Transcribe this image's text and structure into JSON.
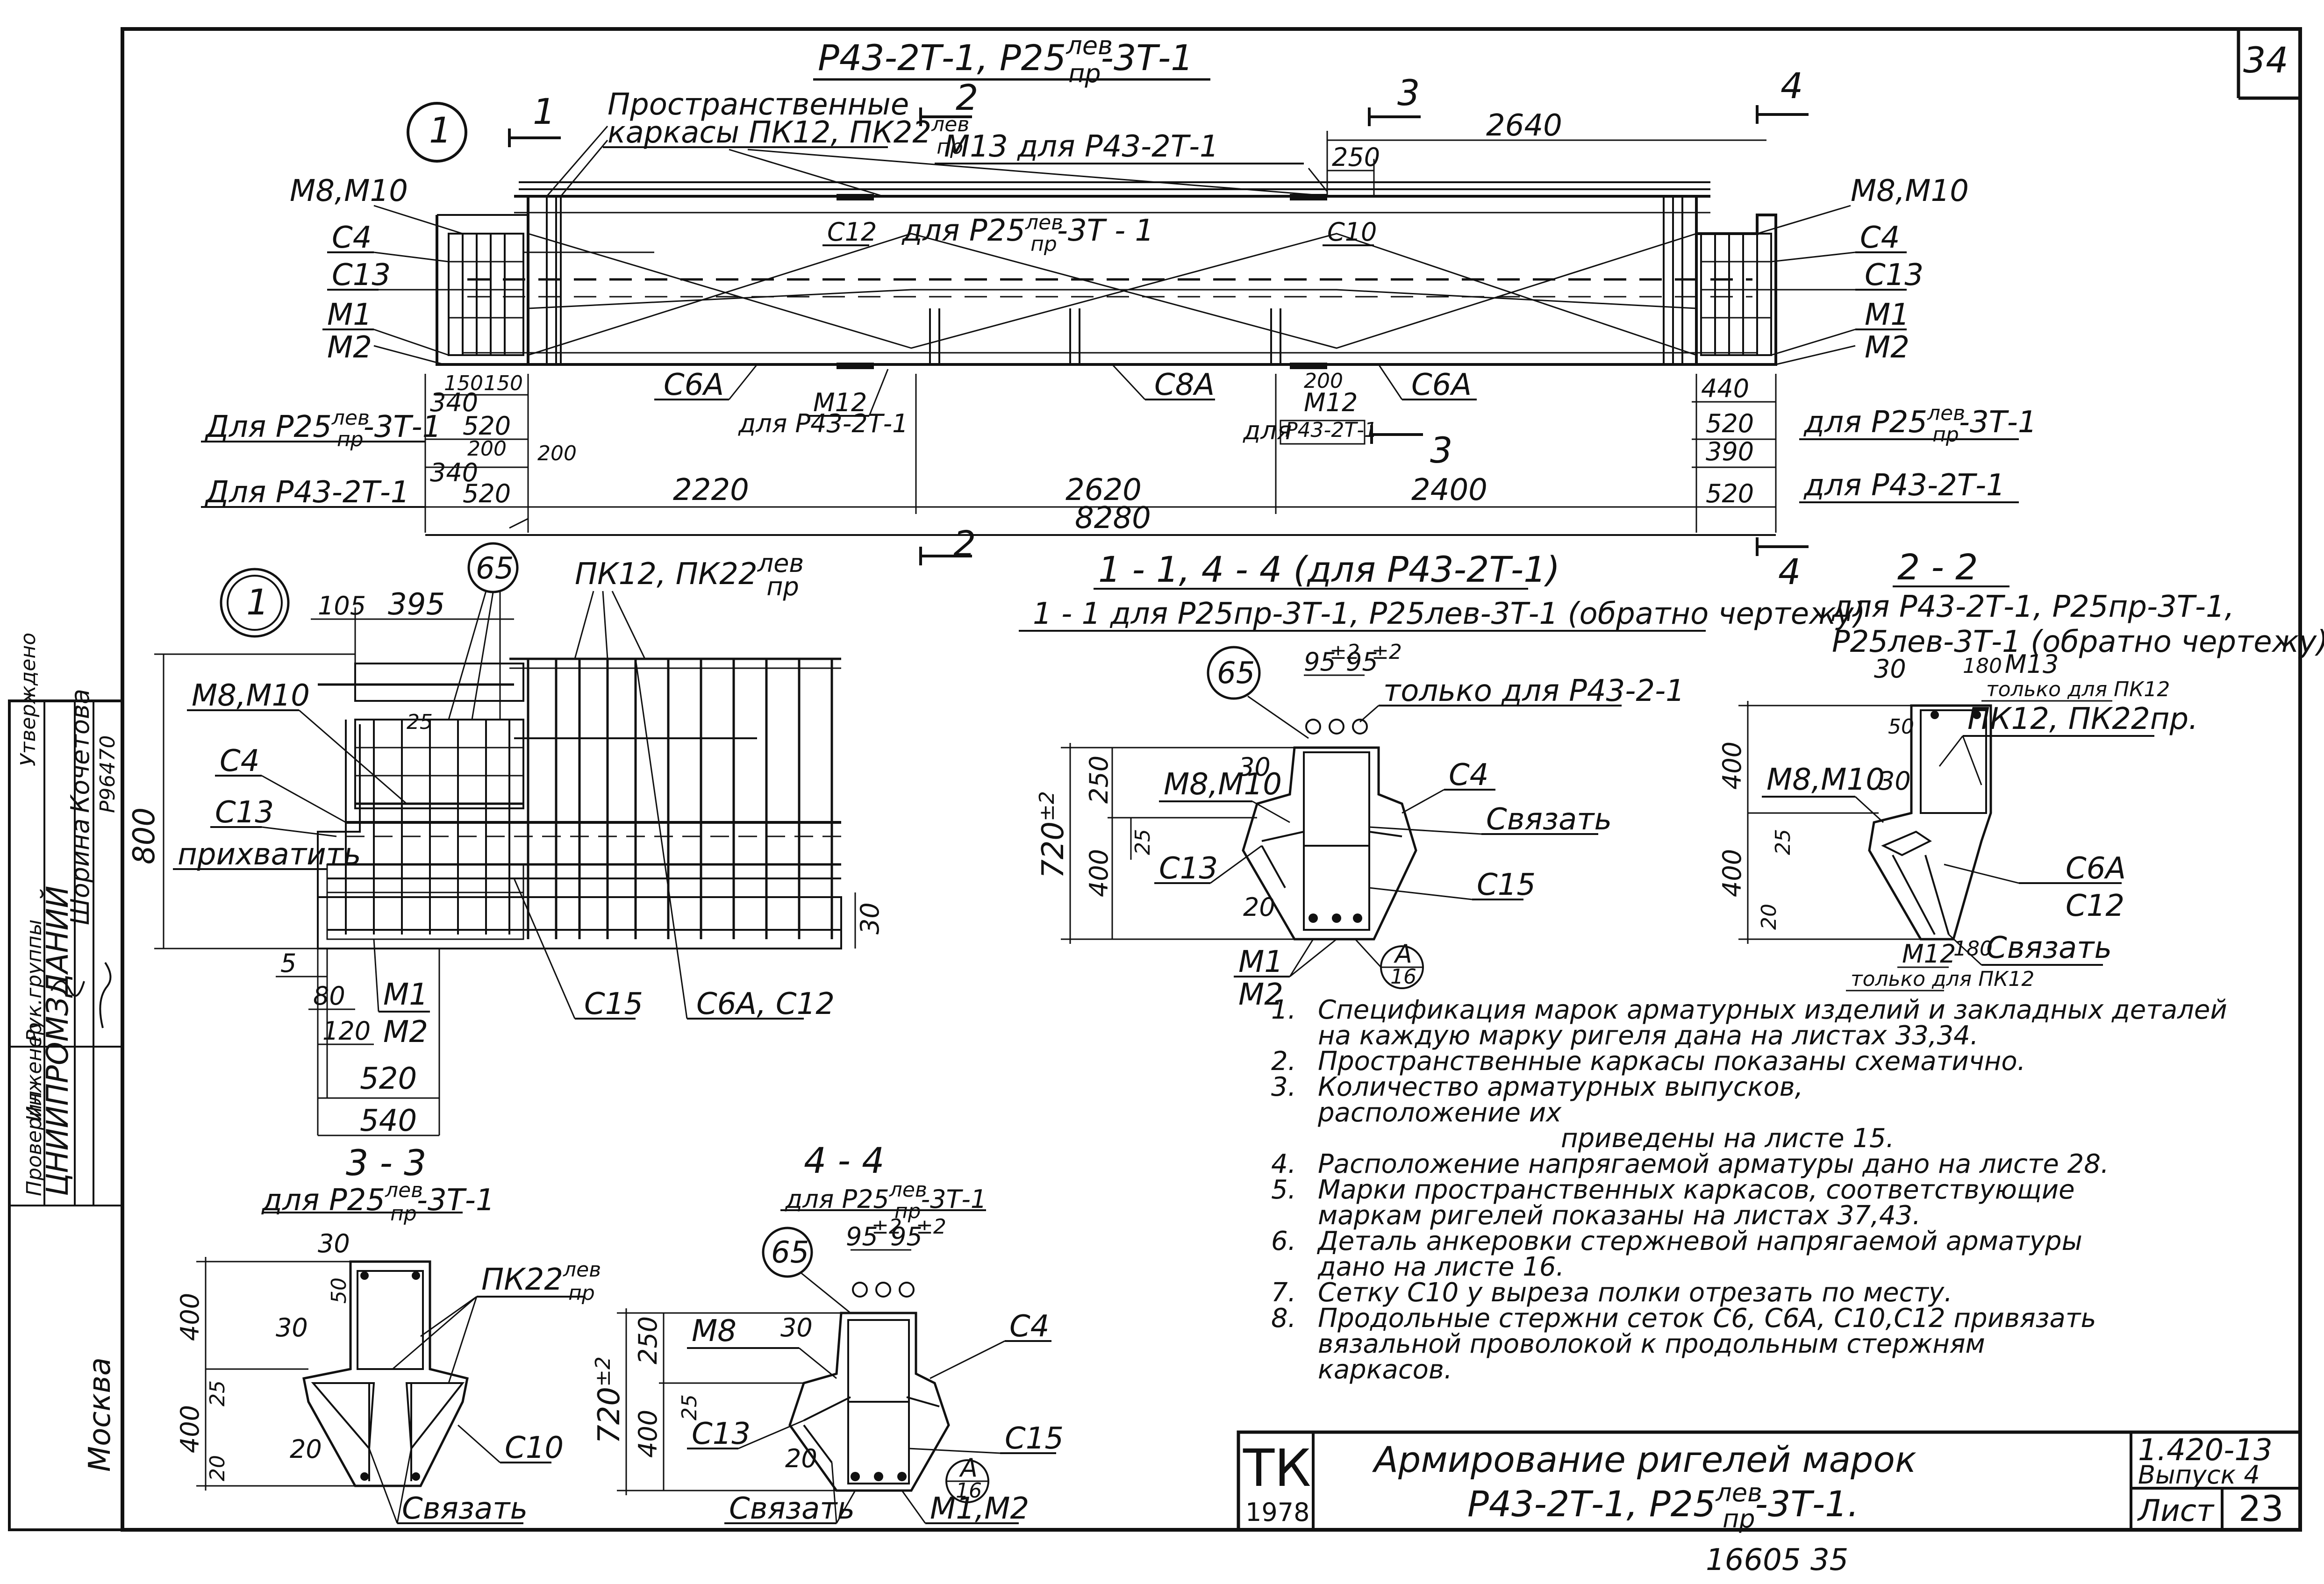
{
  "sheet": {
    "page_corner": "34",
    "footer_numbers": "16605    35"
  },
  "elevation": {
    "title": "Р43-2Т-1, Р25",
    "title_sup": "лев",
    "title_sub": "пр",
    "title_end": "-3Т-1",
    "node_no": "1",
    "cut1": "1",
    "cut2": "2",
    "cut3": "3",
    "cut4": "4",
    "spatial_label_1": "Пространственные",
    "spatial_label_2": "каркасы ПК12, ПК22",
    "spatial_sup": "лев",
    "spatial_sub": "пр",
    "m13_label": "М13  для  Р43-2Т-1",
    "c12_label": "С12",
    "for_p25": "для  Р25",
    "for_p25_end": "-3Т - 1",
    "c10_label": "С10",
    "dim_2640": "2640",
    "dim_250": "250",
    "left_m8": "М8,М10",
    "left_c4": "С4",
    "left_c13": "С13",
    "left_m1": "М1",
    "left_m2": "М2",
    "right_m8": "М8,М10",
    "right_c4": "С4",
    "right_c13": "С13",
    "right_m1": "М1",
    "right_m2": "М2",
    "c6a_left": "С6А",
    "c8a": "С8А",
    "c6a_right": "С6А",
    "m12_left": "М12",
    "m12_left_note": "для  Р43-2Т-1",
    "m12_right_200": "200",
    "m12_right": "М12",
    "m12_right_for": "для",
    "m12_right_note": "Р43-2Т-1",
    "d150a": "150",
    "d150b": "150",
    "d340a": "340",
    "d520a": "520",
    "d200a": "200",
    "d200b": "200",
    "d340b": "340",
    "d520b": "520",
    "d440": "440",
    "d520c": "520",
    "d390": "390",
    "d520d": "520",
    "row1_left": "Для Р25",
    "row1_left_end": "-3Т-1",
    "row2_left": "Для Р43-2Т-1",
    "row1_right": "для Р25",
    "row1_right_end": "-3Т-1",
    "row2_right": "для Р43-2Т-1",
    "d2220": "2220",
    "d2620": "2620",
    "d2400": "2400",
    "d8280": "8280"
  },
  "node1": {
    "number": "1",
    "d105": "105",
    "d395": "395",
    "mark65": "65",
    "pk_label": "ПК12, ПК22",
    "pk_sup": "лев",
    "pk_sub": "пр",
    "m8": "М8,М10",
    "d25": "25",
    "c4": "С4",
    "c13": "С13",
    "tack": "прихватить",
    "d800": "800",
    "d30": "30",
    "d5": "5",
    "d80": "80",
    "d120": "120",
    "m1": "М1",
    "m2": "М2",
    "c15": "С15",
    "c6a": "С6А, С12",
    "d520": "520",
    "d540": "540"
  },
  "sec11": {
    "title": "1 - 1,  4 - 4  (для Р43-2Т-1)",
    "subtitle": "1 - 1  для Р25пр-3Т-1, Р25лев-3Т-1 (обратно чертежу)",
    "mark65": "65",
    "d95a": "95",
    "d95a_tol": "±2",
    "d95b": "95",
    "d95b_tol": "±2",
    "only": "только для Р43-2-1",
    "d720": "720",
    "d720_tol": "±2",
    "d250": "250",
    "d400": "400",
    "d25": "25",
    "d20": "20",
    "d30": "30",
    "m8": "М8,М10",
    "c4": "С4",
    "tie": "Связать",
    "c13": "С13",
    "c15": "С15",
    "m1": "М1",
    "m2": "М2",
    "ref_a": "А",
    "ref_16": "16"
  },
  "sec22": {
    "title": "2 - 2",
    "for1": "для  Р43-2Т-1, Р25пр-3Т-1,",
    "for2": "Р25лев-3Т-1 (обратно чертежу)",
    "d30": "30",
    "d180a": "180",
    "m13": "М13",
    "only_pk": "только для ПК12",
    "d50": "50",
    "pk": "ПК12, ПК22пр.",
    "d400a": "400",
    "m8": "М8,М10",
    "d30b": "30",
    "d25": "25",
    "d400b": "400",
    "d20": "20",
    "c6a": "С6А",
    "c12": "С12",
    "m12": "М12",
    "d180b": "180",
    "tie": "Связать",
    "only_pk2": "только для ПК12"
  },
  "sec33": {
    "title": "3 - 3",
    "for": "для Р25",
    "for_sup": "лев",
    "for_sub": "пр",
    "for_end": "-3Т-1",
    "d30a": "30",
    "d50": "50",
    "pk": "ПК22",
    "pk_sup": "лев",
    "pk_sub": "пр",
    "d400a": "400",
    "d30b": "30",
    "d25": "25",
    "d400b": "400",
    "d20a": "20",
    "d20b": "20",
    "c10": "С10",
    "tie": "Связать"
  },
  "sec44": {
    "title": "4 - 4",
    "for": "для Р25",
    "for_sup": "лев",
    "for_sub": "пр",
    "for_end": "-3Т-1",
    "mark65": "65",
    "d95a": "95",
    "d95a_tol": "±2",
    "d95b": "95",
    "d95b_tol": "±2",
    "d250": "250",
    "m8": "М8",
    "d30": "30",
    "c4": "С4",
    "d720": "720",
    "d720_tol": "±2",
    "d25": "25",
    "c13": "С13",
    "d400": "400",
    "d20": "20",
    "c15": "С15",
    "ref_a": "А",
    "ref_16": "16",
    "tie": "Связать",
    "m1": "М1,М2"
  },
  "notes": [
    {
      "n": "1.",
      "t": "Спецификация марок арматурных изделий и закладных деталей"
    },
    {
      "n": "",
      "t": "на каждую марку ригеля  дана на  листах 33,34."
    },
    {
      "n": "2.",
      "t": "Пространственные каркасы показаны схематично."
    },
    {
      "n": "3.",
      "t": "Количество арматурных выпусков,"
    },
    {
      "n": "",
      "t": "расположение  их"
    },
    {
      "n": "",
      "t": "приведены  на листе 15."
    },
    {
      "n": "4.",
      "t": "Расположение напрягаемой арматуры дано на листе 28."
    },
    {
      "n": "5.",
      "t": "Марки пространственных каркасов, соответствующие"
    },
    {
      "n": "",
      "t": "маркам ригелей показаны  на листах 37,43."
    },
    {
      "n": "6.",
      "t": "Деталь анкеровки   стержневой напрягаемой арматуры"
    },
    {
      "n": "",
      "t": "дано  на листе 16."
    },
    {
      "n": "7.",
      "t": "Сетку С10 у выреза   полки   отрезать  по месту."
    },
    {
      "n": "8.",
      "t": "Продольные  стержни сеток  С6, С6А, С10,С12 привязать"
    },
    {
      "n": "",
      "t": "вязальной   проволокой  к продольным  стержням"
    },
    {
      "n": "",
      "t": "каркасов."
    }
  ],
  "stamp": {
    "org": "ЦНИИПРОМЗДАНИЙ",
    "city": "Москва",
    "role1": "Рук.группы",
    "role2": "Инженер",
    "role3": "Проверил",
    "name1": "Шорина",
    "name2": "Кочетова",
    "name3": "Р96470",
    "top_cut": "Утверждено",
    "tk": "ТК",
    "year": "1978",
    "title_1": "Армирование  ригелей    марок",
    "title_2": "Р43-2Т-1,  Р25",
    "title_2_sup": "лев",
    "title_2_sub": "пр",
    "title_2_end": "-3Т-1.",
    "series": "1.420-13",
    "issue": "Выпуск 4",
    "sheet_label": "Лист",
    "sheet_no": "23"
  }
}
